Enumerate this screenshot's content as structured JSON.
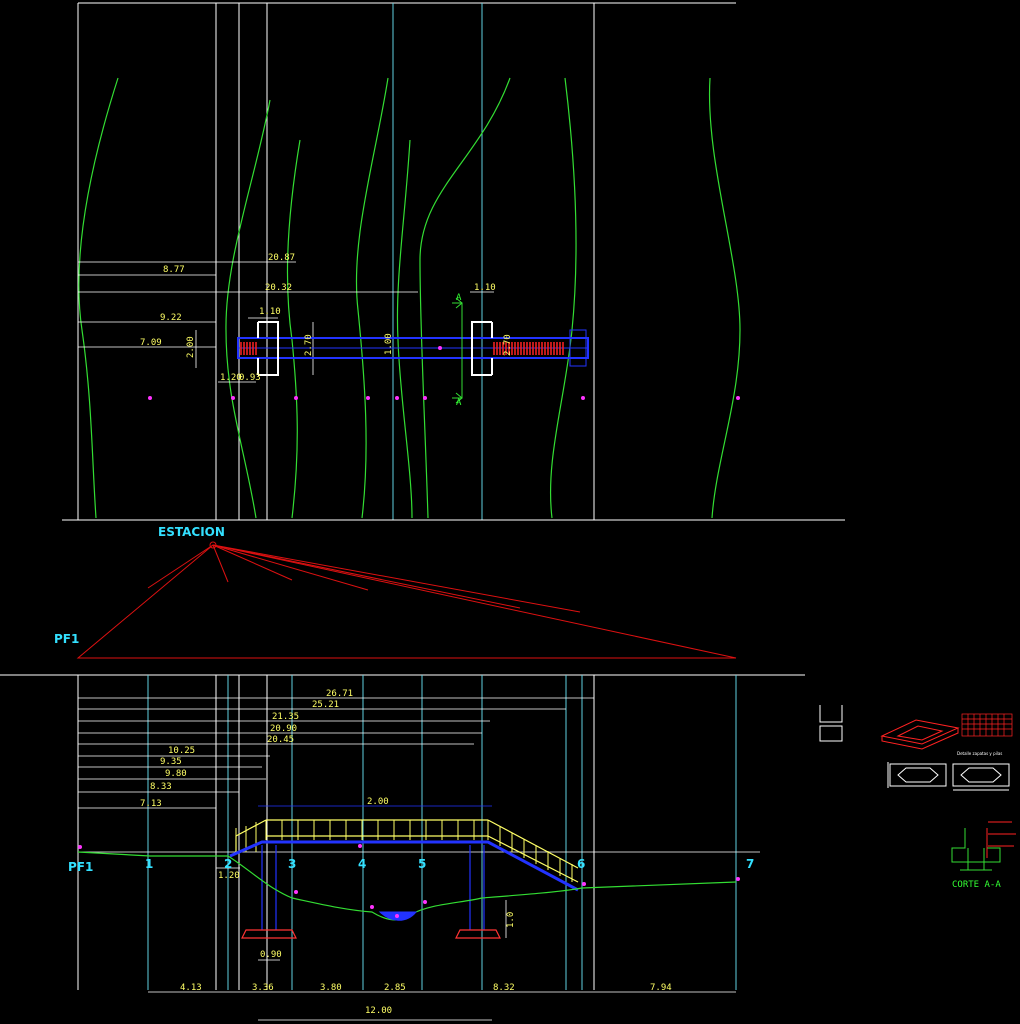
{
  "colors": {
    "background": "#000000",
    "grid_lines": "#ffffff",
    "stations": "#33e0ff",
    "dimensions": "#ffff66",
    "contours": "#33dd33",
    "bridge": "#2233ff",
    "triangulation": "#dd1111",
    "reinforcement": "#ff2222",
    "markers": "#ff33ff"
  },
  "plan_view": {
    "dimensions": {
      "d20_87": "20.87",
      "d8_77": "8.77",
      "d20_32": "20.32",
      "d1_10_right": "1.10",
      "d1_10_left": "1.10",
      "d9_22": "9.22",
      "d7_09": "7.09",
      "d2_00_left": "2.00",
      "d2_70": "2.70",
      "d1_00": "1.00",
      "d2_70_right": "2.70",
      "d1_20": "1.20",
      "d0_93": "0.93"
    },
    "section_marks": [
      "A",
      "A"
    ]
  },
  "survey": {
    "station_label": "ESTACION",
    "pf_label": "PF1"
  },
  "profile": {
    "pf_label": "PF1",
    "points": [
      "1",
      "2",
      "3",
      "4",
      "5",
      "6",
      "7"
    ],
    "dimensions": {
      "d26_71": "26.71",
      "d25_21": "25.21",
      "d21_35": "21.35",
      "d20_90": "20.90",
      "d20_45": "20.45",
      "d10_25": "10.25",
      "d9_35": "9.35",
      "d9_80": "9.80",
      "d8_33": "8.33",
      "d7_13": "7.13",
      "d2_00": "2.00",
      "d1_20": "1.20",
      "d1_0": "1.0",
      "d0_90": "0.90",
      "d12_00": "12.00"
    },
    "bottom_dimensions": [
      "4.13",
      "3.36",
      "3.80",
      "2.85",
      "8.32",
      "7.94"
    ]
  },
  "details": {
    "detail_title": "Detalle zapatas y pilas",
    "corte_label": "CORTE A-A"
  }
}
